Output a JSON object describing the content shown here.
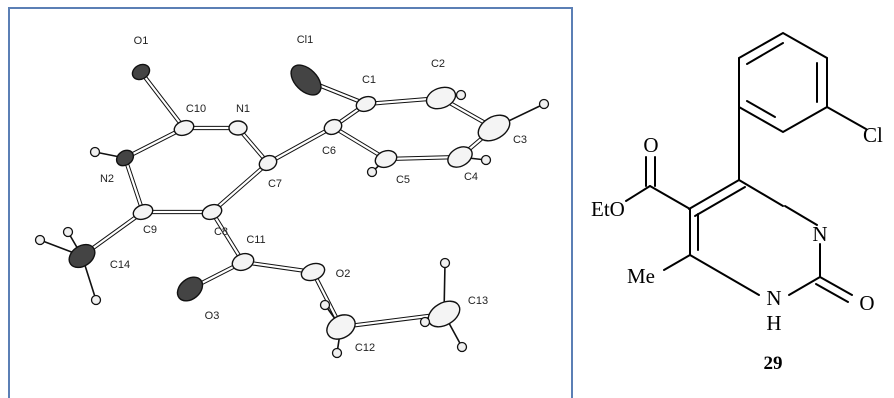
{
  "crystal_structure": {
    "frame_color": "#5b7fb5",
    "atom_labels": [
      "O1",
      "Cl1",
      "C10",
      "N1",
      "C1",
      "C2",
      "N2",
      "C7",
      "C6",
      "C5",
      "C4",
      "C3",
      "C9",
      "C8",
      "C11",
      "C14",
      "O2",
      "C13",
      "O3",
      "C12"
    ]
  },
  "skeletal_formula": {
    "compound_number": "29",
    "labels": {
      "O_carbonyl": "O",
      "EtO": "EtO",
      "N_ring": "N",
      "Cl": "Cl",
      "Me": "Me",
      "NH_N": "N",
      "NH_H": "H",
      "O_urea": "O"
    }
  }
}
